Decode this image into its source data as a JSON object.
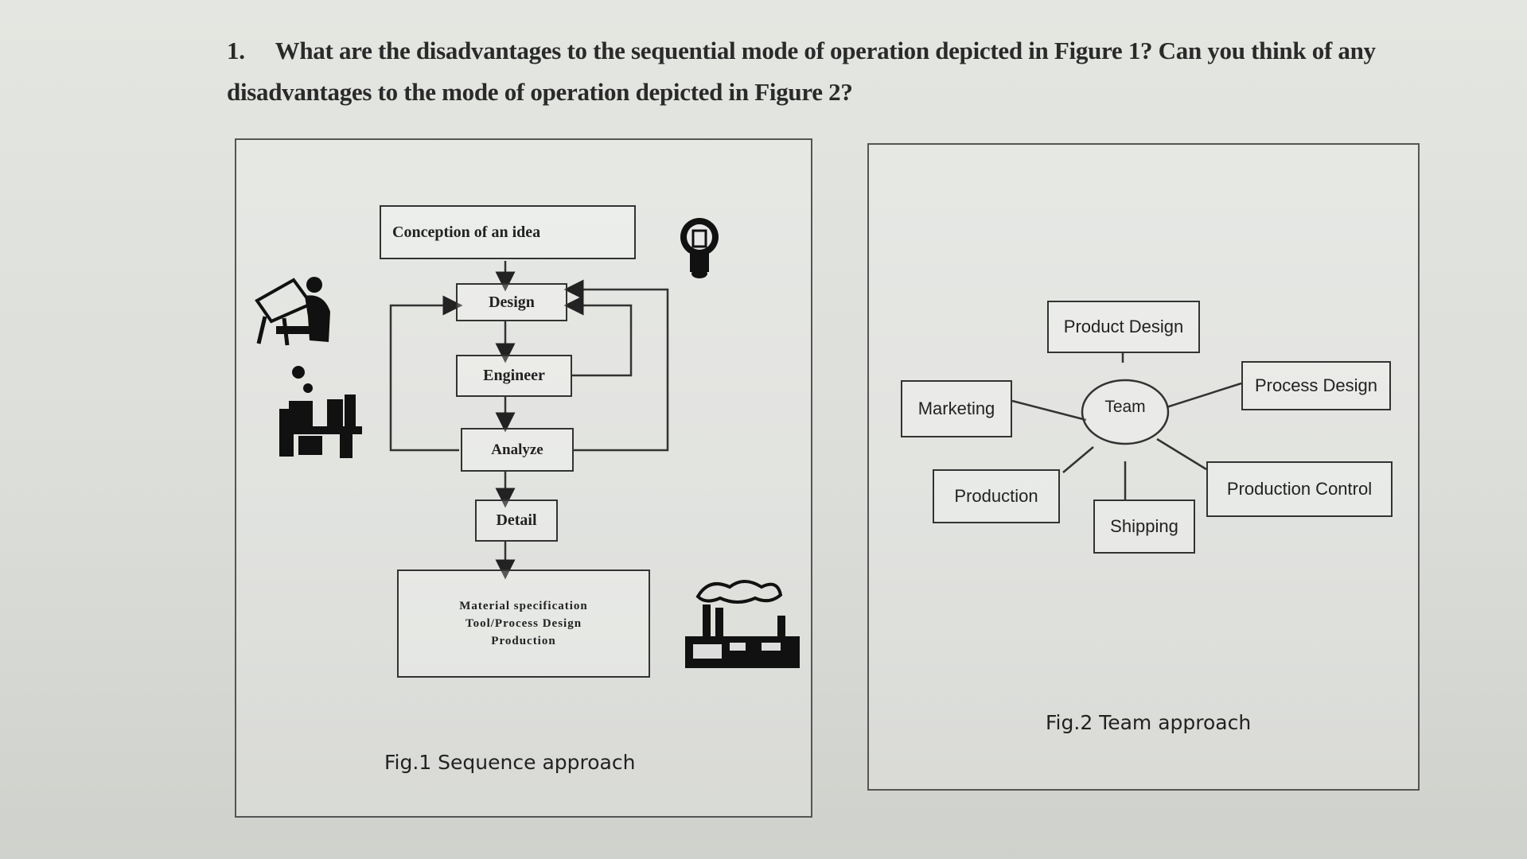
{
  "question": {
    "number": "1.",
    "text": "What are the disadvantages to the sequential mode of operation depicted in Figure 1? Can you think of any disadvantages to the mode of operation depicted in Figure 2?"
  },
  "figure1": {
    "caption": "Fig.1   Sequence approach",
    "boxes": {
      "conception": "Conception of an idea",
      "design": "Design",
      "engineer": "Engineer",
      "analyze": "Analyze",
      "detail": "Detail",
      "material_spec": "Material specification",
      "tool_process_design": "Tool/Process  Design",
      "production": "Production"
    },
    "icons": [
      "lightbulb-icon",
      "drafting-person-icon",
      "desk-worker-icon",
      "factory-icon"
    ]
  },
  "figure2": {
    "caption": "Fig.2  Team approach",
    "center": "Team",
    "nodes": {
      "product_design": "Product Design",
      "process_design": "Process  Design",
      "marketing": "Marketing",
      "production": "Production",
      "shipping": "Shipping",
      "production_control": "Production Control"
    }
  }
}
